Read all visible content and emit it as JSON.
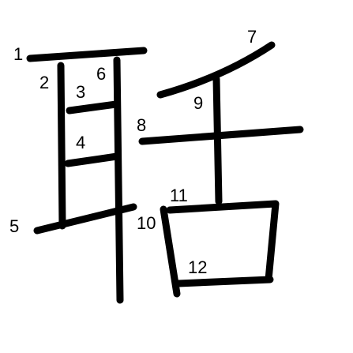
{
  "diagram": {
    "stroke_color": "#000000",
    "background_color": "#ffffff",
    "stroke_numbers": [
      "1",
      "2",
      "3",
      "4",
      "5",
      "6",
      "7",
      "8",
      "9",
      "10",
      "11",
      "12"
    ]
  }
}
